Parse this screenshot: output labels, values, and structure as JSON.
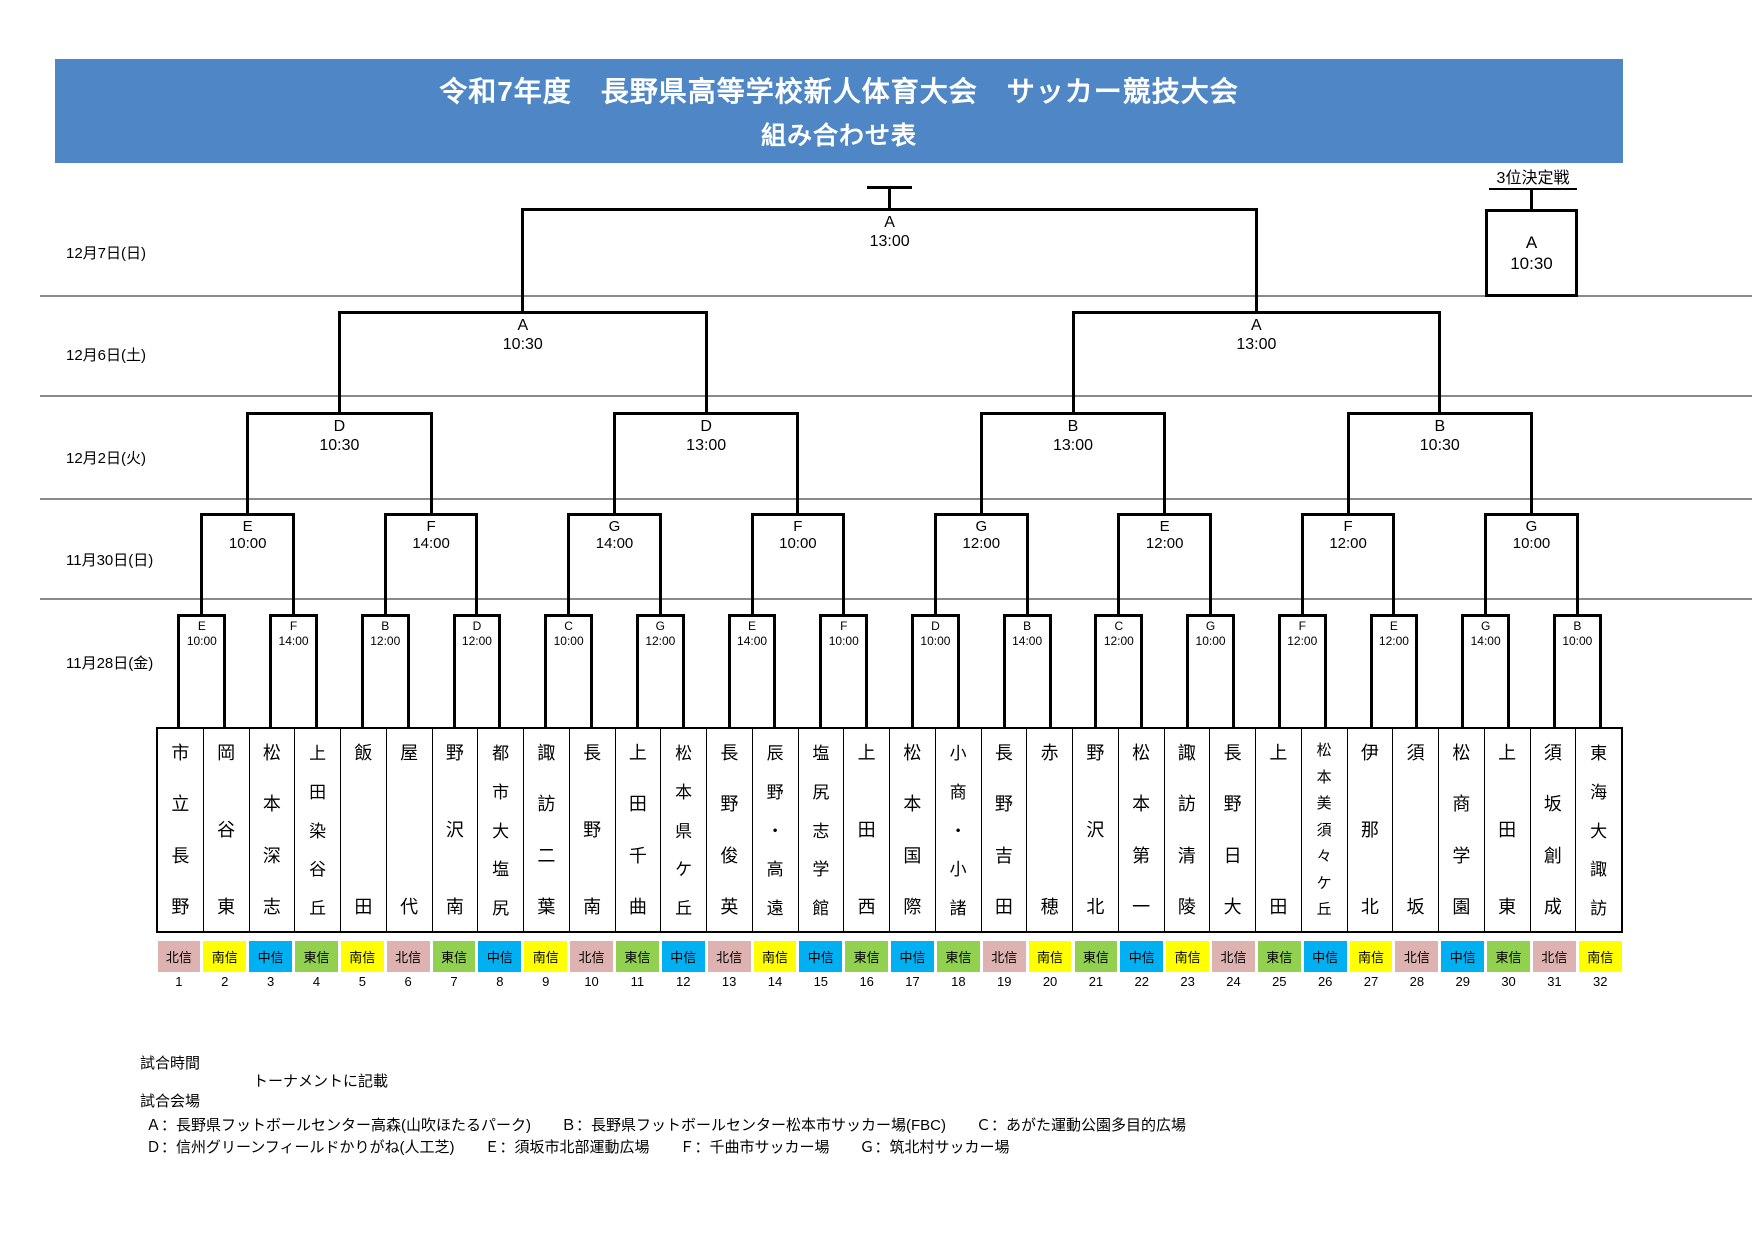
{
  "title": {
    "line1": "令和7年度　長野県高等学校新人体育大会　サッカー競技大会",
    "line2": "組み合わせ表"
  },
  "header_color": "#4e86c6",
  "third_place": {
    "label": "3位決定戦",
    "venue": "A",
    "time": "10:30"
  },
  "dates": [
    "12月7日(日)",
    "12月6日(土)",
    "12月2日(火)",
    "11月30日(日)",
    "11月28日(金)"
  ],
  "rounds": {
    "final": [
      {
        "venue": "A",
        "time": "13:00"
      }
    ],
    "semifinals": [
      {
        "venue": "A",
        "time": "10:30"
      },
      {
        "venue": "A",
        "time": "13:00"
      }
    ],
    "quarterfinals": [
      {
        "venue": "D",
        "time": "10:30"
      },
      {
        "venue": "D",
        "time": "13:00"
      },
      {
        "venue": "B",
        "time": "13:00"
      },
      {
        "venue": "B",
        "time": "10:30"
      }
    ],
    "round2": [
      {
        "venue": "E",
        "time": "10:00"
      },
      {
        "venue": "F",
        "time": "14:00"
      },
      {
        "venue": "G",
        "time": "14:00"
      },
      {
        "venue": "F",
        "time": "10:00"
      },
      {
        "venue": "G",
        "time": "12:00"
      },
      {
        "venue": "E",
        "time": "12:00"
      },
      {
        "venue": "F",
        "time": "12:00"
      },
      {
        "venue": "G",
        "time": "10:00"
      }
    ],
    "round1": [
      {
        "venue": "E",
        "time": "10:00"
      },
      {
        "venue": "F",
        "time": "14:00"
      },
      {
        "venue": "B",
        "time": "12:00"
      },
      {
        "venue": "D",
        "time": "12:00"
      },
      {
        "venue": "C",
        "time": "10:00"
      },
      {
        "venue": "G",
        "time": "12:00"
      },
      {
        "venue": "E",
        "time": "14:00"
      },
      {
        "venue": "F",
        "time": "10:00"
      },
      {
        "venue": "D",
        "time": "10:00"
      },
      {
        "venue": "B",
        "time": "14:00"
      },
      {
        "venue": "C",
        "time": "12:00"
      },
      {
        "venue": "G",
        "time": "10:00"
      },
      {
        "venue": "F",
        "time": "12:00"
      },
      {
        "venue": "E",
        "time": "12:00"
      },
      {
        "venue": "G",
        "time": "14:00"
      },
      {
        "venue": "B",
        "time": "10:00"
      }
    ]
  },
  "teams": [
    {
      "number": "1",
      "name": "市立長野",
      "region": "北信"
    },
    {
      "number": "2",
      "name": "岡谷東",
      "region": "南信"
    },
    {
      "number": "3",
      "name": "松本深志",
      "region": "中信"
    },
    {
      "number": "4",
      "name": "上田染谷丘",
      "region": "東信"
    },
    {
      "number": "5",
      "name": "飯田",
      "region": "南信"
    },
    {
      "number": "6",
      "name": "屋代",
      "region": "北信"
    },
    {
      "number": "7",
      "name": "野沢南",
      "region": "東信"
    },
    {
      "number": "8",
      "name": "都市大塩尻",
      "region": "中信"
    },
    {
      "number": "9",
      "name": "諏訪二葉",
      "region": "南信"
    },
    {
      "number": "10",
      "name": "長野南",
      "region": "北信"
    },
    {
      "number": "11",
      "name": "上田千曲",
      "region": "東信"
    },
    {
      "number": "12",
      "name": "松本県ケ丘",
      "region": "中信"
    },
    {
      "number": "13",
      "name": "長野俊英",
      "region": "北信"
    },
    {
      "number": "14",
      "name": "辰野・高遠",
      "region": "南信"
    },
    {
      "number": "15",
      "name": "塩尻志学館",
      "region": "中信"
    },
    {
      "number": "16",
      "name": "上田西",
      "region": "東信"
    },
    {
      "number": "17",
      "name": "松本国際",
      "region": "中信"
    },
    {
      "number": "18",
      "name": "小商・小諸",
      "region": "東信"
    },
    {
      "number": "19",
      "name": "長野吉田",
      "region": "北信"
    },
    {
      "number": "20",
      "name": "赤穂",
      "region": "南信"
    },
    {
      "number": "21",
      "name": "野沢北",
      "region": "東信"
    },
    {
      "number": "22",
      "name": "松本第一",
      "region": "中信"
    },
    {
      "number": "23",
      "name": "諏訪清陵",
      "region": "南信"
    },
    {
      "number": "24",
      "name": "長野日大",
      "region": "北信"
    },
    {
      "number": "25",
      "name": "上田",
      "region": "東信"
    },
    {
      "number": "26",
      "name": "松本美須々ケ丘",
      "region": "中信"
    },
    {
      "number": "27",
      "name": "伊那北",
      "region": "南信"
    },
    {
      "number": "28",
      "name": "須坂",
      "region": "北信"
    },
    {
      "number": "29",
      "name": "松商学園",
      "region": "中信"
    },
    {
      "number": "30",
      "name": "上田東",
      "region": "東信"
    },
    {
      "number": "31",
      "name": "須坂創成",
      "region": "北信"
    },
    {
      "number": "32",
      "name": "東海大諏訪",
      "region": "南信"
    }
  ],
  "region_colors": {
    "北信": "#deb2b0",
    "南信": "#ffff00",
    "中信": "#00b0f0",
    "東信": "#92d050"
  },
  "notes": {
    "time_label": "試合時間",
    "venue_label": "試合会場",
    "note": "トーナメントに記載"
  },
  "venues": [
    {
      "id": "Ａ",
      "name": "長野県フットボールセンター高森(山吹ほたるパーク)"
    },
    {
      "id": "Ｂ",
      "name": "長野県フットボールセンター松本市サッカー場(FBC)"
    },
    {
      "id": "Ｃ",
      "name": "あがた運動公園多目的広場"
    },
    {
      "id": "Ｄ",
      "name": "信州グリーンフィールドかりがね(人工芝)"
    },
    {
      "id": "Ｅ",
      "name": "須坂市北部運動広場"
    },
    {
      "id": "Ｆ",
      "name": "千曲市サッカー場"
    },
    {
      "id": "Ｇ",
      "name": "筑北村サッカー場"
    }
  ]
}
